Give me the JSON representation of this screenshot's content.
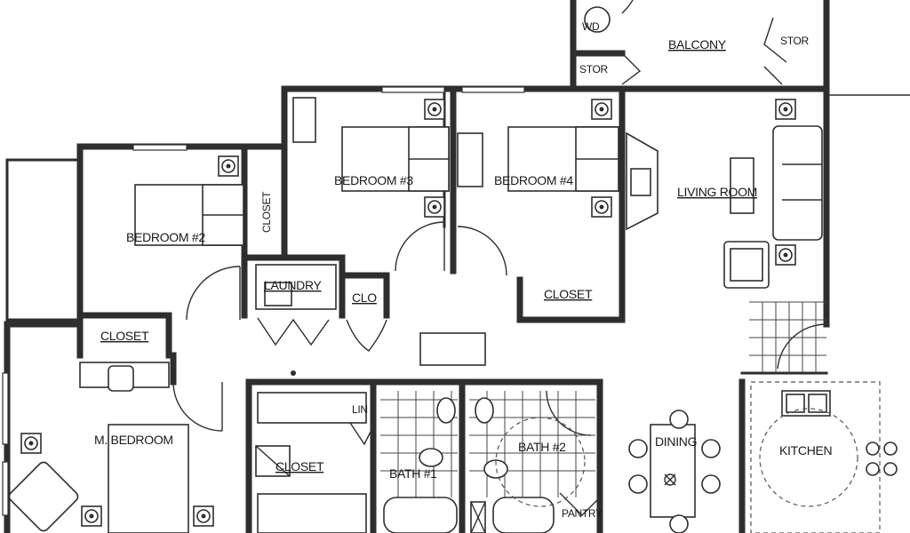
{
  "rooms": {
    "wd": "WD",
    "balcony": "BALCONY",
    "stor_left": "STOR",
    "stor_right": "STOR",
    "bedroom3": "BEDROOM #3",
    "bedroom4": "BEDROOM #4",
    "living_room": "LIVING ROOM",
    "bedroom2": "BEDROOM #2",
    "closet_vertical": "CLOSET",
    "laundry": "LAUNDRY",
    "clo": "CLO",
    "closet_bed4": "CLOSET",
    "closet_bed2": "CLOSET",
    "m_bedroom": "M. BEDROOM",
    "lin": "LIN",
    "closet_master": "CLOSET",
    "bath1": "BATH #1",
    "bath2": "BATH #2",
    "dining": "DINING",
    "kitchen": "KITCHEN",
    "pantry": "PANTRY"
  },
  "colors": {
    "wall": "#2e2e2e",
    "background": "#ffffff"
  }
}
